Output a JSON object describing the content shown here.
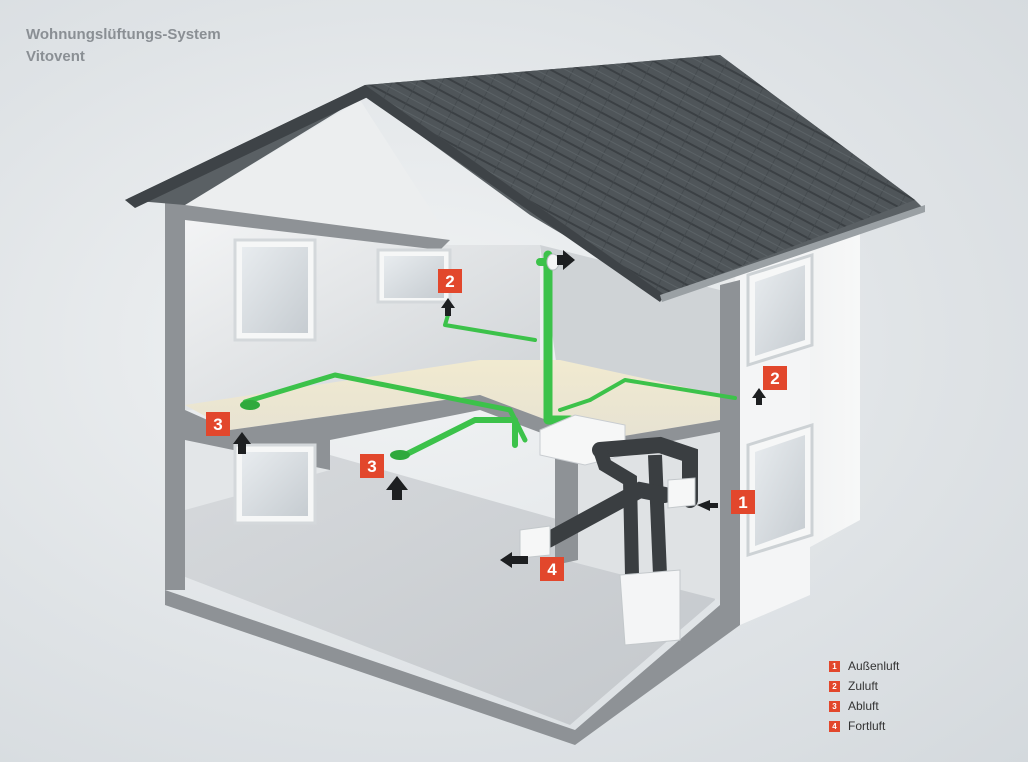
{
  "header": {
    "title_line1": "Wohnungslüftungs-System",
    "title_line2": "Vitovent"
  },
  "badges": {
    "b1": "1",
    "b2_top": "2",
    "b2_right": "2",
    "b3_left": "3",
    "b3_center": "3",
    "b4": "4"
  },
  "legend": {
    "items": [
      {
        "num": "1",
        "label": "Außenluft"
      },
      {
        "num": "2",
        "label": "Zuluft"
      },
      {
        "num": "3",
        "label": "Abluft"
      },
      {
        "num": "4",
        "label": "Fortluft"
      }
    ]
  },
  "colors": {
    "badge": "#e2472c",
    "duct_green": "#3cc24a",
    "roof": "#4a5054",
    "wall_cut": "#8e9296",
    "floor_glow": "#efe6c4"
  }
}
